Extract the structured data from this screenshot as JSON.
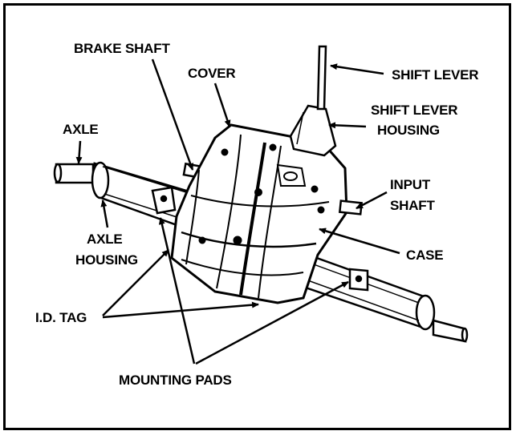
{
  "labels": {
    "brake_shaft": "BRAKE SHAFT",
    "cover": "COVER",
    "shift_lever": "SHIFT LEVER",
    "shift_lever_housing_1": "SHIFT LEVER",
    "shift_lever_housing_2": "HOUSING",
    "axle": "AXLE",
    "input_shaft_1": "INPUT",
    "input_shaft_2": "SHAFT",
    "axle_housing_1": "AXLE",
    "axle_housing_2": "HOUSING",
    "case": "CASE",
    "id_tag": "I.D. TAG",
    "mounting_pads": "MOUNTING PADS"
  },
  "colors": {
    "ink": "#000000",
    "paper": "#ffffff"
  }
}
